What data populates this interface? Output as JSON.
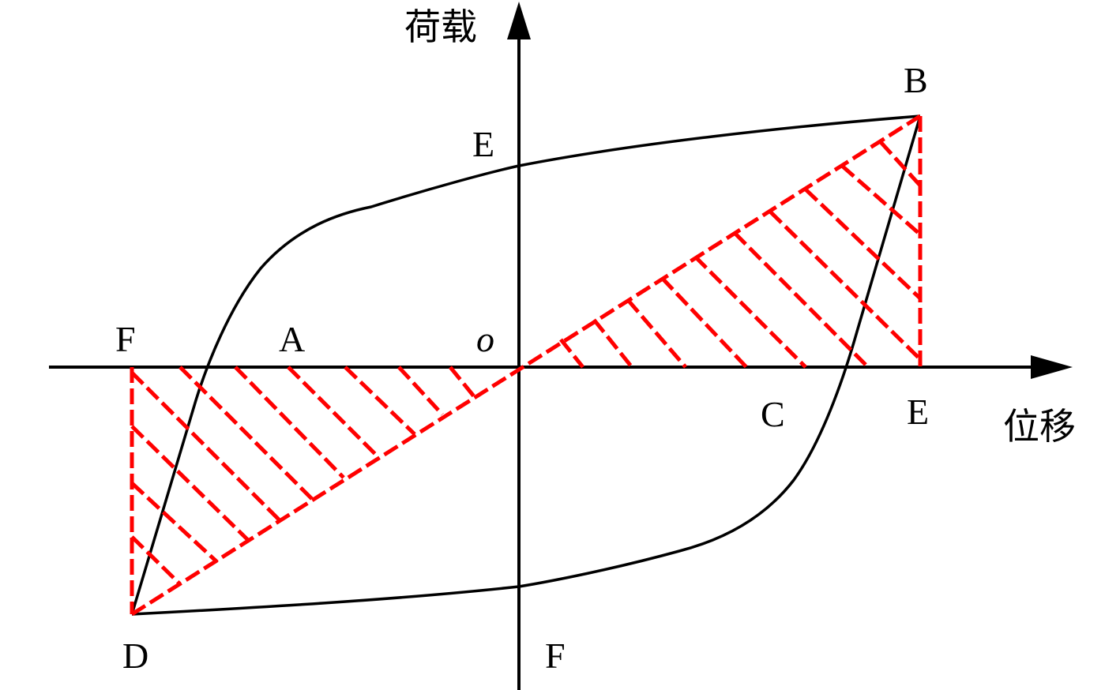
{
  "axes": {
    "y_label": "荷载",
    "x_label": "位移",
    "origin_label": "o"
  },
  "points": {
    "A": "A",
    "B": "B",
    "C": "C",
    "D": "D",
    "E_top": "E",
    "E_right": "E",
    "F_left": "F",
    "F_bottom": "F"
  },
  "colors": {
    "curve": "#000000",
    "axes": "#000000",
    "hatch": "#ff0000"
  }
}
